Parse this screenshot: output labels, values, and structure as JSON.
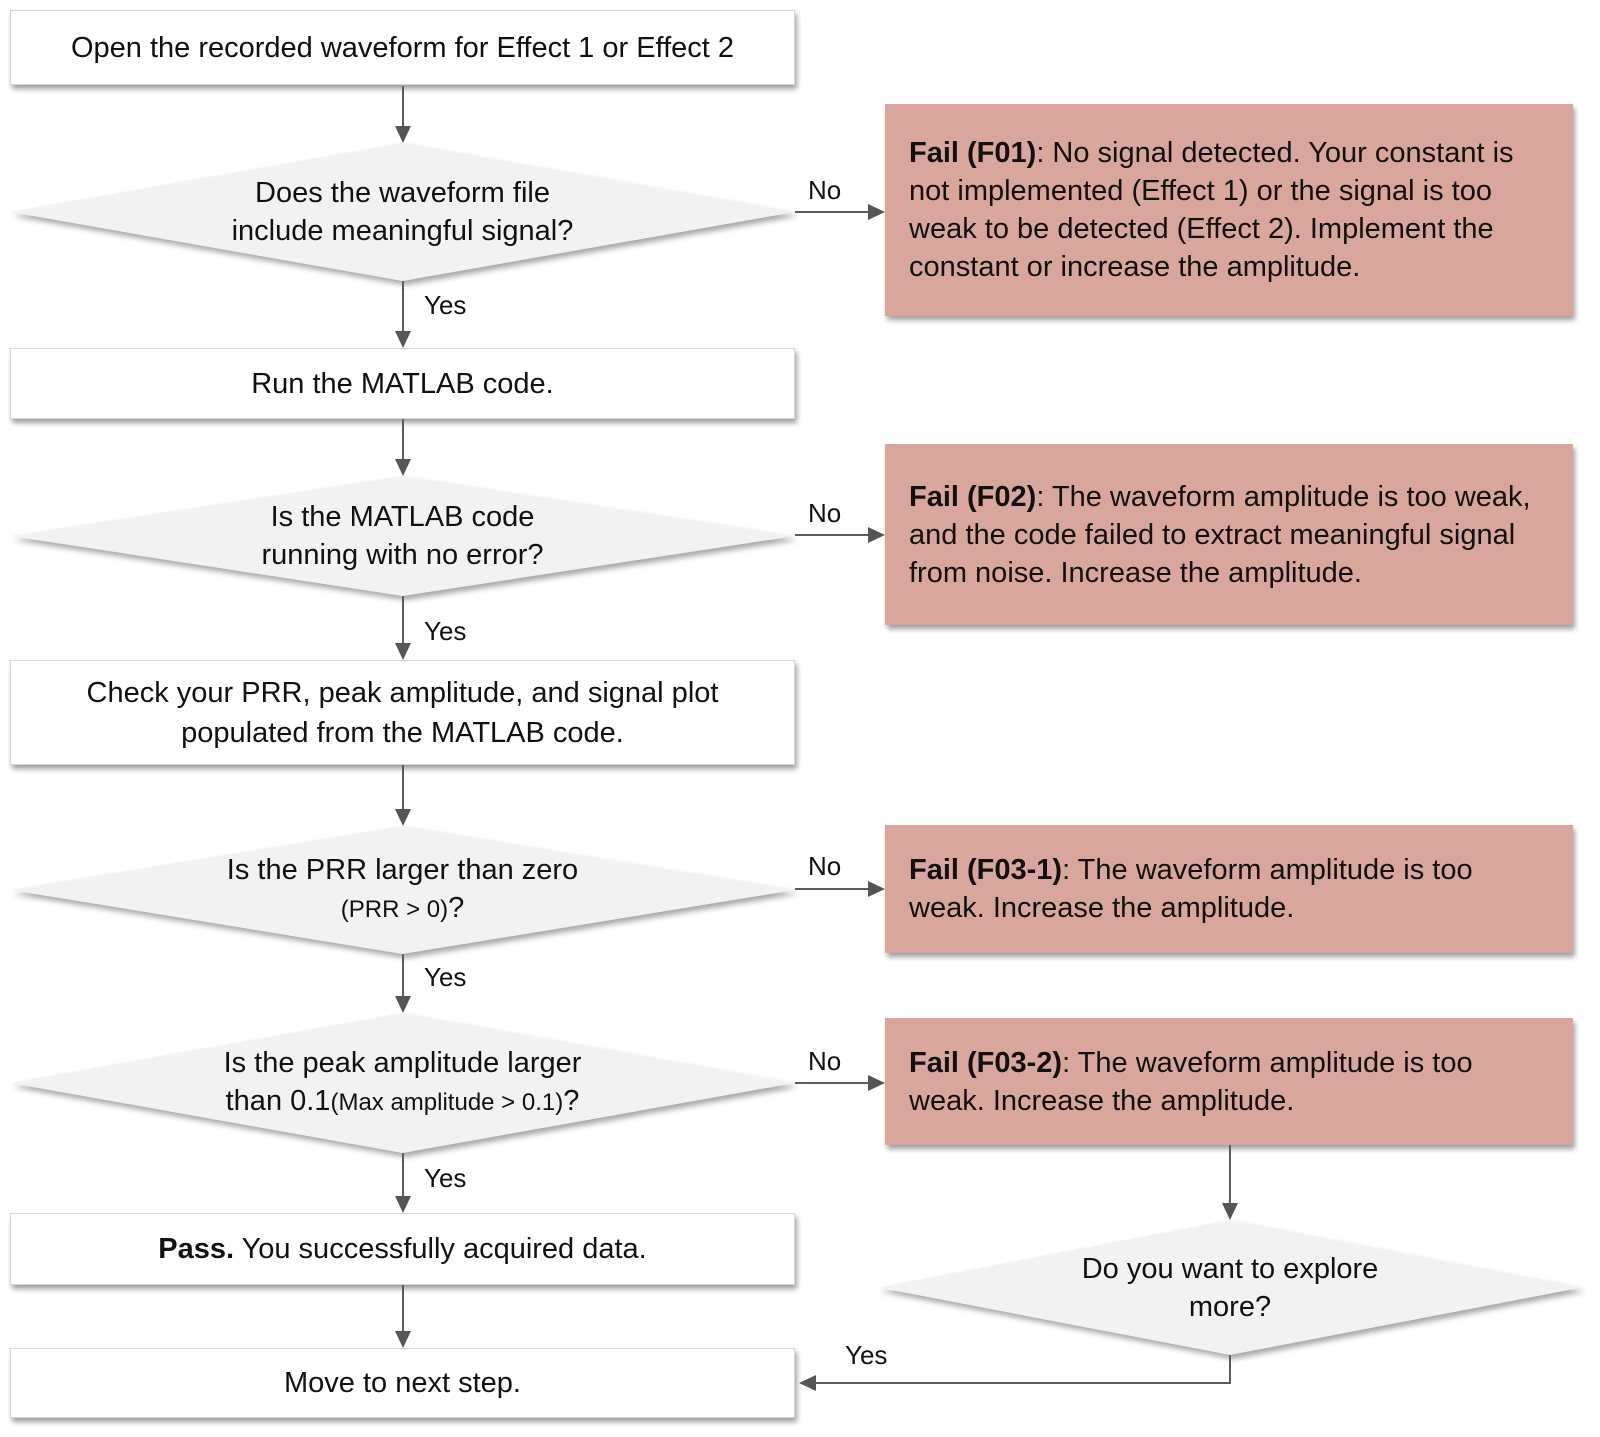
{
  "labels": {
    "yes": "Yes",
    "no": "No"
  },
  "nodes": {
    "open": {
      "text": "Open the recorded waveform for Effect 1 or Effect 2"
    },
    "q_signal": {
      "line1": "Does the waveform file",
      "line2": "include meaningful signal?"
    },
    "fail_f01": {
      "title": "Fail (F01)",
      "body": ": No signal detected. Your constant is not implemented (Effect 1) or the signal is too weak to be detected (Effect 2). Implement the constant or increase the amplitude."
    },
    "run": {
      "text": "Run the MATLAB code."
    },
    "q_error": {
      "line1": "Is the MATLAB code",
      "line2": "running with no error?"
    },
    "fail_f02": {
      "title": "Fail (F02)",
      "body": ": The waveform amplitude is too weak, and the code failed to extract meaningful signal from noise. Increase the amplitude."
    },
    "check": {
      "line1": "Check your PRR, peak amplitude, and signal plot",
      "line2": "populated from the MATLAB code."
    },
    "q_prr": {
      "line1": "Is the PRR  larger than zero",
      "line2_small": "(PRR > 0)",
      "line2_suffix": "?"
    },
    "fail_f03_1": {
      "title": "Fail (F03-1)",
      "body": ": The waveform amplitude is too weak. Increase the amplitude."
    },
    "q_peak": {
      "line1": "Is the peak amplitude larger",
      "line2_prefix": "than 0.1",
      "line2_small": "(Max amplitude > 0.1)",
      "line2_suffix": "?"
    },
    "fail_f03_2": {
      "title": "Fail (F03-2)",
      "body": ": The waveform amplitude is too weak. Increase the amplitude."
    },
    "pass": {
      "title": "Pass.",
      "body": " You successfully acquired data."
    },
    "move": {
      "text": "Move to next step."
    },
    "q_explore": {
      "line1": "Do you want to explore",
      "line2": "more?"
    }
  },
  "colors": {
    "fail_bg": "#d9a69d",
    "diamond_bg": "#f2f2f2",
    "box_bg": "#ffffff",
    "box_border": "#d6d6d6",
    "arrow": "#5b5b5b",
    "text": "#111111"
  }
}
